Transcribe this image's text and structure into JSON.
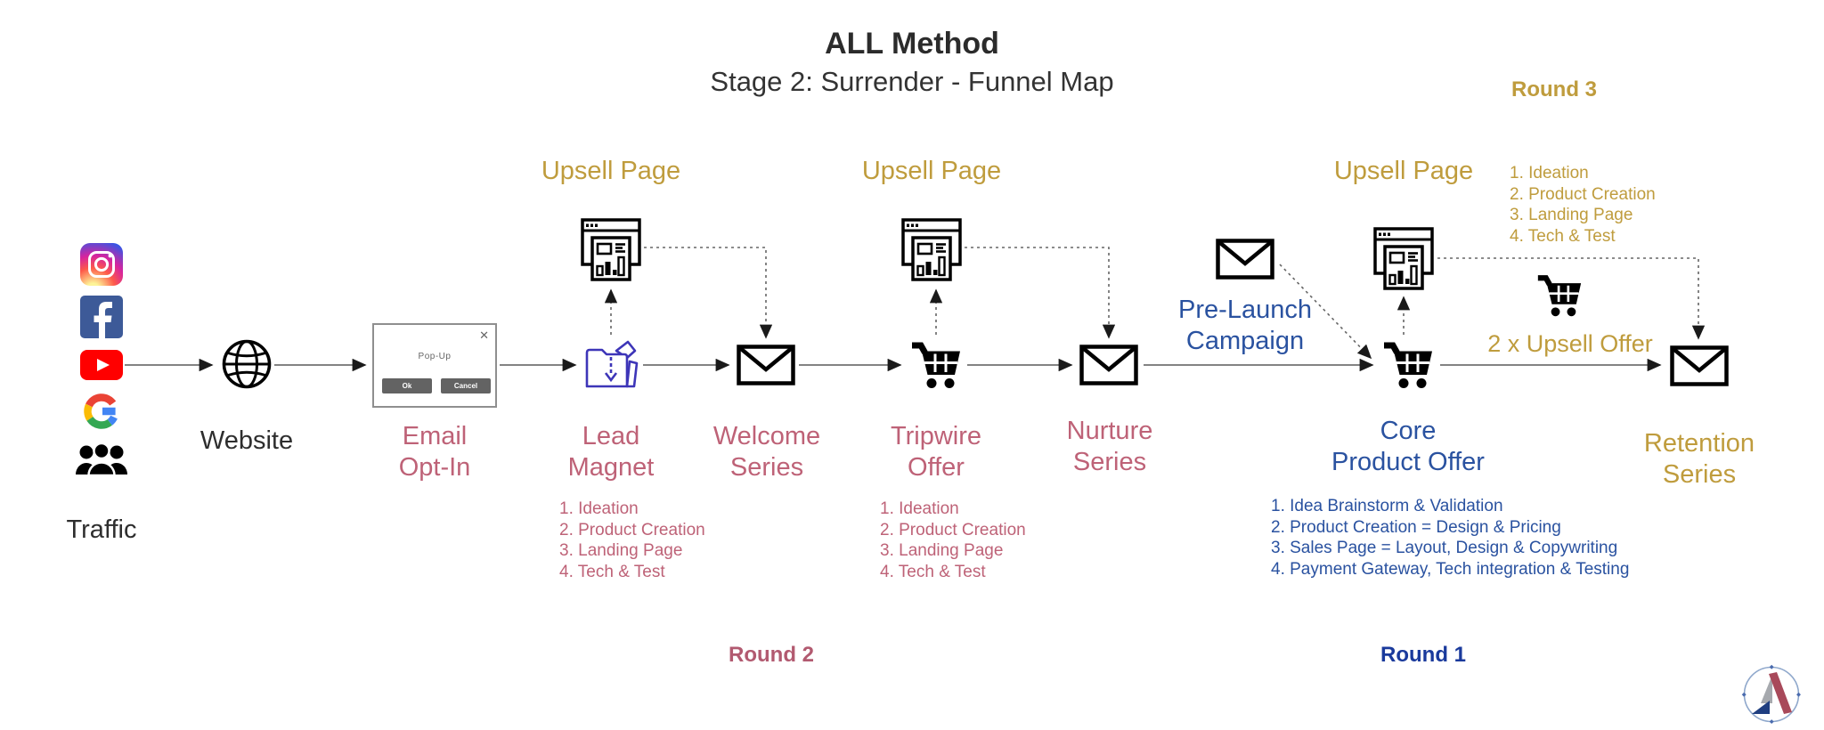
{
  "header": {
    "title": "ALL Method",
    "subtitle": "Stage 2: Surrender - Funnel Map"
  },
  "rounds": {
    "round1": "Round 1",
    "round2": "Round 2",
    "round3": "Round 3"
  },
  "colors": {
    "gold": "#BF9C3D",
    "rose": "#BE6277",
    "blue": "#2A52A0",
    "blue_dark": "#1A3A9C",
    "rose_dark": "#B25A70",
    "folder_purple": "#3D35B8"
  },
  "traffic": {
    "label": "Traffic",
    "icons": [
      "instagram-icon",
      "facebook-icon",
      "youtube-icon",
      "google-icon",
      "audience-icon"
    ]
  },
  "website": {
    "label": "Website"
  },
  "popup": {
    "title": "Pop-Up",
    "ok_label": "Ok",
    "cancel_label": "Cancel",
    "close": "✕"
  },
  "email_optin": {
    "lines": [
      "Email",
      "Opt-In"
    ]
  },
  "lead_magnet": {
    "upsell": "Upsell Page",
    "lines": [
      "Lead",
      "Magnet"
    ],
    "checklist": [
      "1. Ideation",
      "2. Product Creation",
      "3. Landing Page",
      "4. Tech & Test"
    ]
  },
  "welcome_series": {
    "lines": [
      "Welcome",
      "Series"
    ]
  },
  "tripwire": {
    "upsell": "Upsell Page",
    "lines": [
      "Tripwire",
      "Offer"
    ],
    "checklist": [
      "1. Ideation",
      "2. Product Creation",
      "3. Landing Page",
      "4. Tech & Test"
    ]
  },
  "nurture_series": {
    "lines": [
      "Nurture",
      "Series"
    ]
  },
  "prelaunch": {
    "lines": [
      "Pre-Launch",
      "Campaign"
    ]
  },
  "core_offer": {
    "upsell": "Upsell Page",
    "upsell_checklist": [
      "1. Ideation",
      "2. Product Creation",
      "3. Landing Page",
      "4. Tech & Test"
    ],
    "lines": [
      "Core",
      "Product Offer"
    ],
    "checklist": [
      "1. Idea Brainstorm & Validation",
      "2. Product Creation = Design & Pricing",
      "3. Sales Page = Layout, Design & Copywriting",
      "4. Payment Gateway, Tech integration & Testing"
    ]
  },
  "upsell_offer": {
    "label": "2 x Upsell Offer"
  },
  "retention_series": {
    "lines": [
      "Retention",
      "Series"
    ]
  }
}
